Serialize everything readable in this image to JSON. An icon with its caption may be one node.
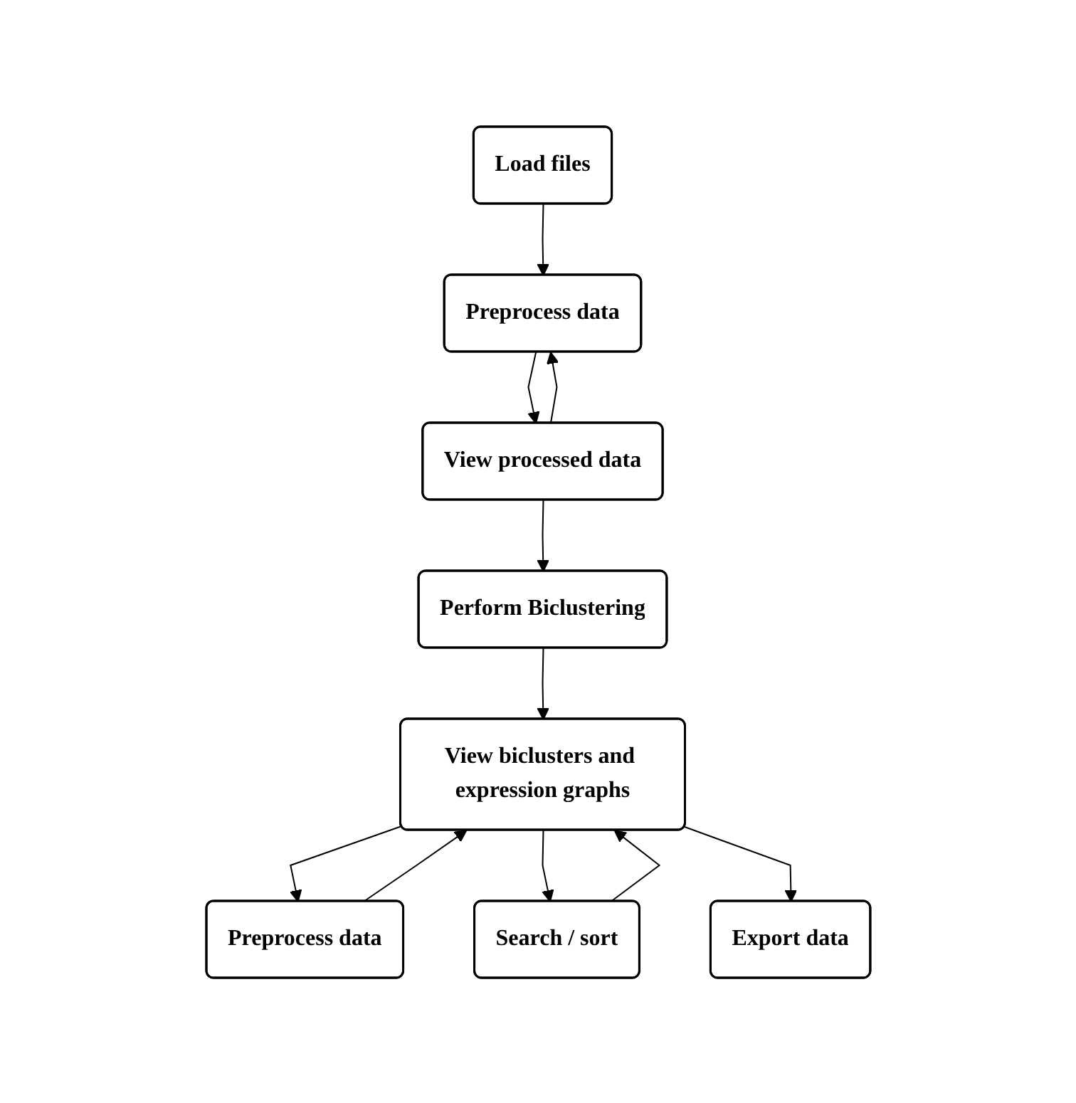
{
  "diagram": {
    "nodes": [
      {
        "text": [
          "Load files"
        ]
      },
      {
        "text": [
          "Preprocess data"
        ]
      },
      {
        "text": [
          "View processed data"
        ]
      },
      {
        "text": [
          "Perform Biclustering"
        ]
      },
      {
        "text": [
          "Preprocess data"
        ]
      },
      {
        "text": [
          "View biclusters and expression graphs"
        ]
      },
      {
        "text": [
          "Search / sort"
        ]
      },
      {
        "text": [
          "Export data"
        ]
      }
    ],
    "edges": [
      {
        "from": 0,
        "to": 1,
        "arrow": "to"
      },
      {
        "from": 1,
        "to": 2,
        "arrow": "to"
      },
      {
        "from": 2,
        "to": 1,
        "arrow": "to"
      },
      {
        "from": 2,
        "to": 3,
        "arrow": "to"
      },
      {
        "from": 3,
        "to": 5,
        "arrow": "to"
      },
      {
        "from": 5,
        "to": 4,
        "arrow": "to"
      },
      {
        "from": 4,
        "to": 5,
        "arrow": "to"
      },
      {
        "from": 5,
        "to": 6,
        "arrow": "to"
      },
      {
        "from": 6,
        "to": 5,
        "arrow": "to"
      },
      {
        "from": 5,
        "to": 7,
        "arrow": "to"
      }
    ]
  }
}
